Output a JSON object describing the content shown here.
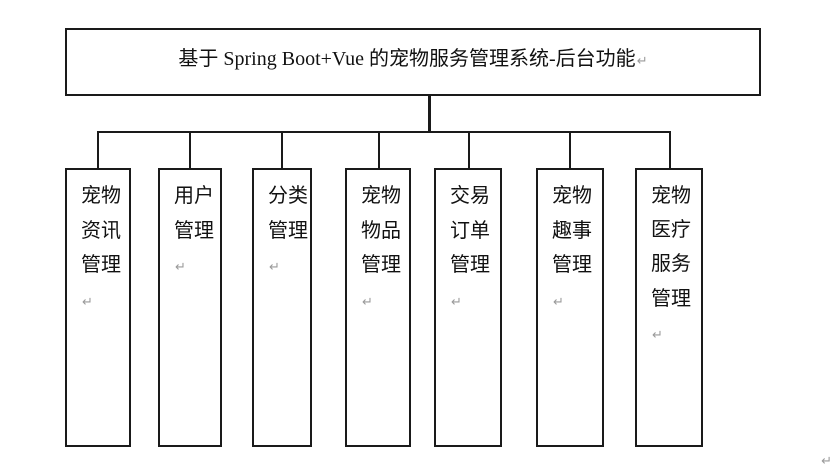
{
  "root": {
    "title": "基于 Spring Boot+Vue 的宠物服务管理系统-后台功能"
  },
  "return_mark": "↵",
  "modules": [
    {
      "label": "宠物资讯管理"
    },
    {
      "label": "用户管理"
    },
    {
      "label": "分类管理"
    },
    {
      "label": "宠物物品管理"
    },
    {
      "label": "交易订单管理"
    },
    {
      "label": "宠物趣事管理"
    },
    {
      "label": "宠物医疗服务管理"
    }
  ]
}
